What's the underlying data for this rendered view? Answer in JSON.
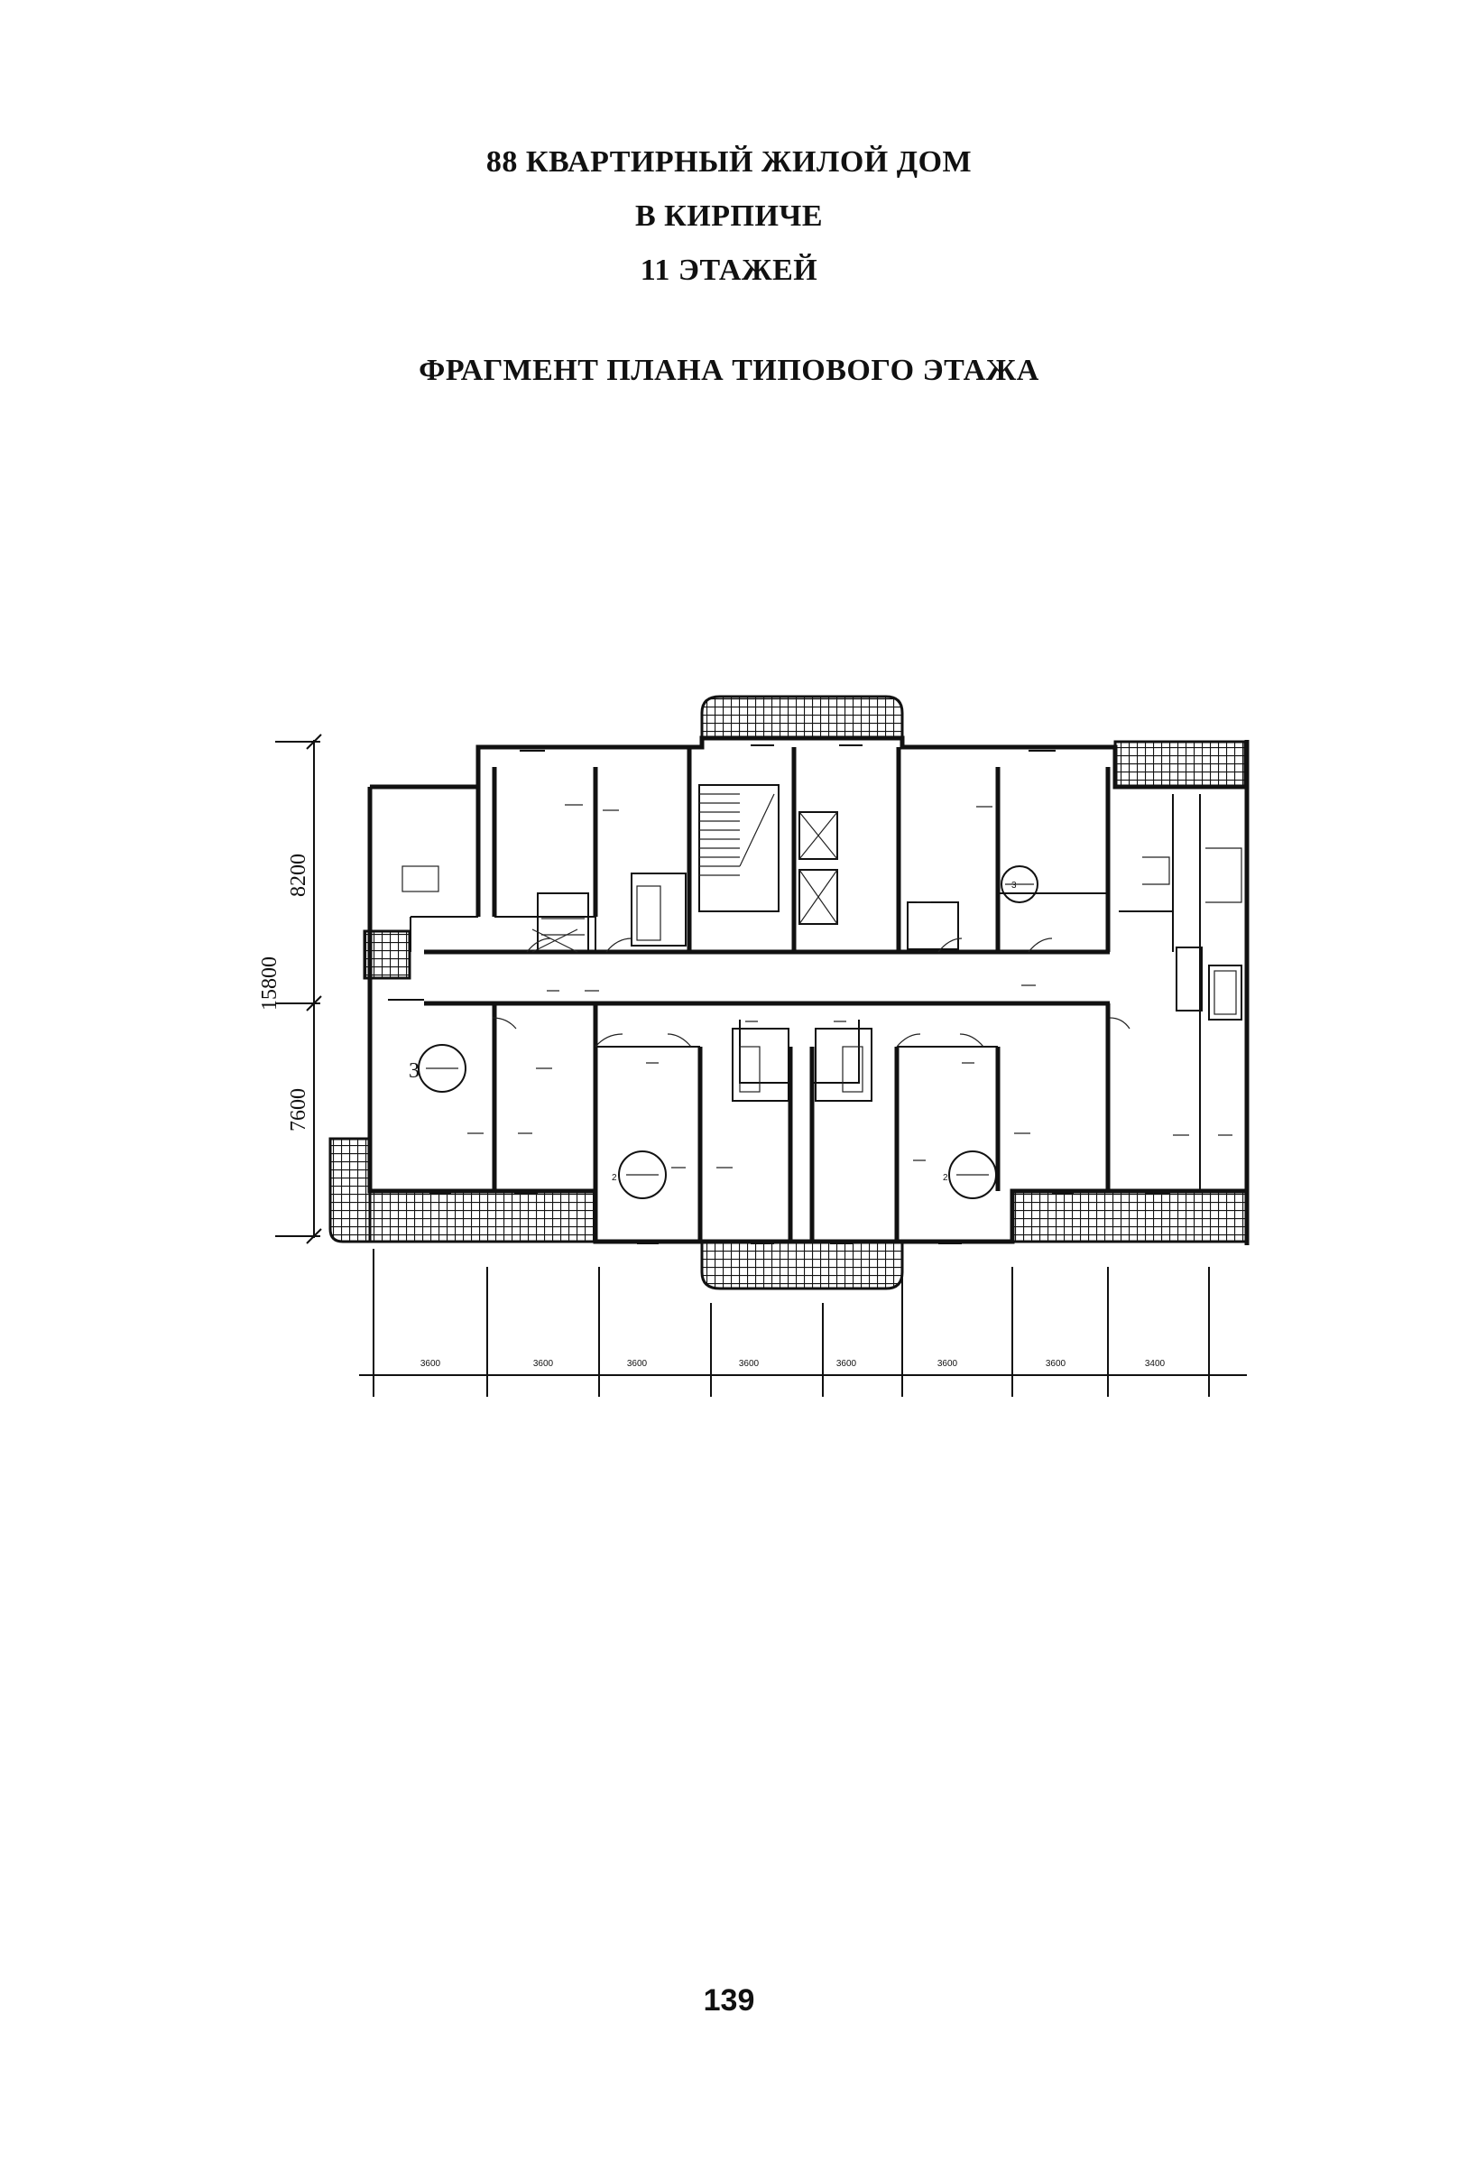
{
  "document": {
    "title_lines": [
      "88 КВАРТИРНЫЙ ЖИЛОЙ ДОМ",
      "В КИРПИЧЕ",
      "11 ЭТАЖЕЙ"
    ],
    "subtitle": "ФРАГМЕНТ ПЛАНА ТИПОВОГО ЭТАЖА",
    "page_number": "139"
  },
  "plan": {
    "vertical_dimensions": [
      "8200",
      "15800",
      "7600"
    ],
    "horizontal_dimensions": [
      "3600",
      "3600",
      "3600",
      "3600",
      "3600",
      "3600",
      "3600",
      "3400"
    ],
    "room_count_labels": [
      "3",
      "3",
      "2",
      "2"
    ]
  }
}
